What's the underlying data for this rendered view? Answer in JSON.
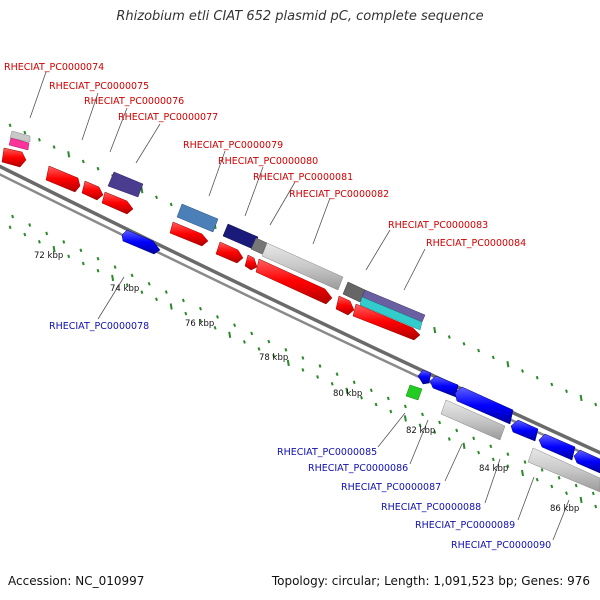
{
  "title": "Rhizobium etli CIAT 652 plasmid pC, complete sequence",
  "accession": "Accession: NC_010997",
  "summary": "Topology: circular; Length: 1,091,523 bp; Genes: 976",
  "colors": {
    "forward_gene": "#ff0000",
    "reverse_gene": "#0000ff",
    "backbone": "#999999",
    "label_forward": "#d00000",
    "label_reverse": "#1010b0",
    "gc_tick": "#2a8a2a"
  },
  "scale_labels": [
    "72 kbp",
    "74 kbp",
    "76 kbp",
    "78 kbp",
    "80 kbp",
    "82 kbp",
    "84 kbp",
    "86 kbp"
  ],
  "forward_labels": [
    "RHECIAT_PC0000074",
    "RHECIAT_PC0000075",
    "RHECIAT_PC0000076",
    "RHECIAT_PC0000077",
    "RHECIAT_PC0000079",
    "RHECIAT_PC0000080",
    "RHECIAT_PC0000081",
    "RHECIAT_PC0000082",
    "RHECIAT_PC0000083",
    "RHECIAT_PC0000084"
  ],
  "reverse_labels": [
    "RHECIAT_PC0000078",
    "RHECIAT_PC0000085",
    "RHECIAT_PC0000086",
    "RHECIAT_PC0000087",
    "RHECIAT_PC0000088",
    "RHECIAT_PC0000089",
    "RHECIAT_PC0000090"
  ]
}
